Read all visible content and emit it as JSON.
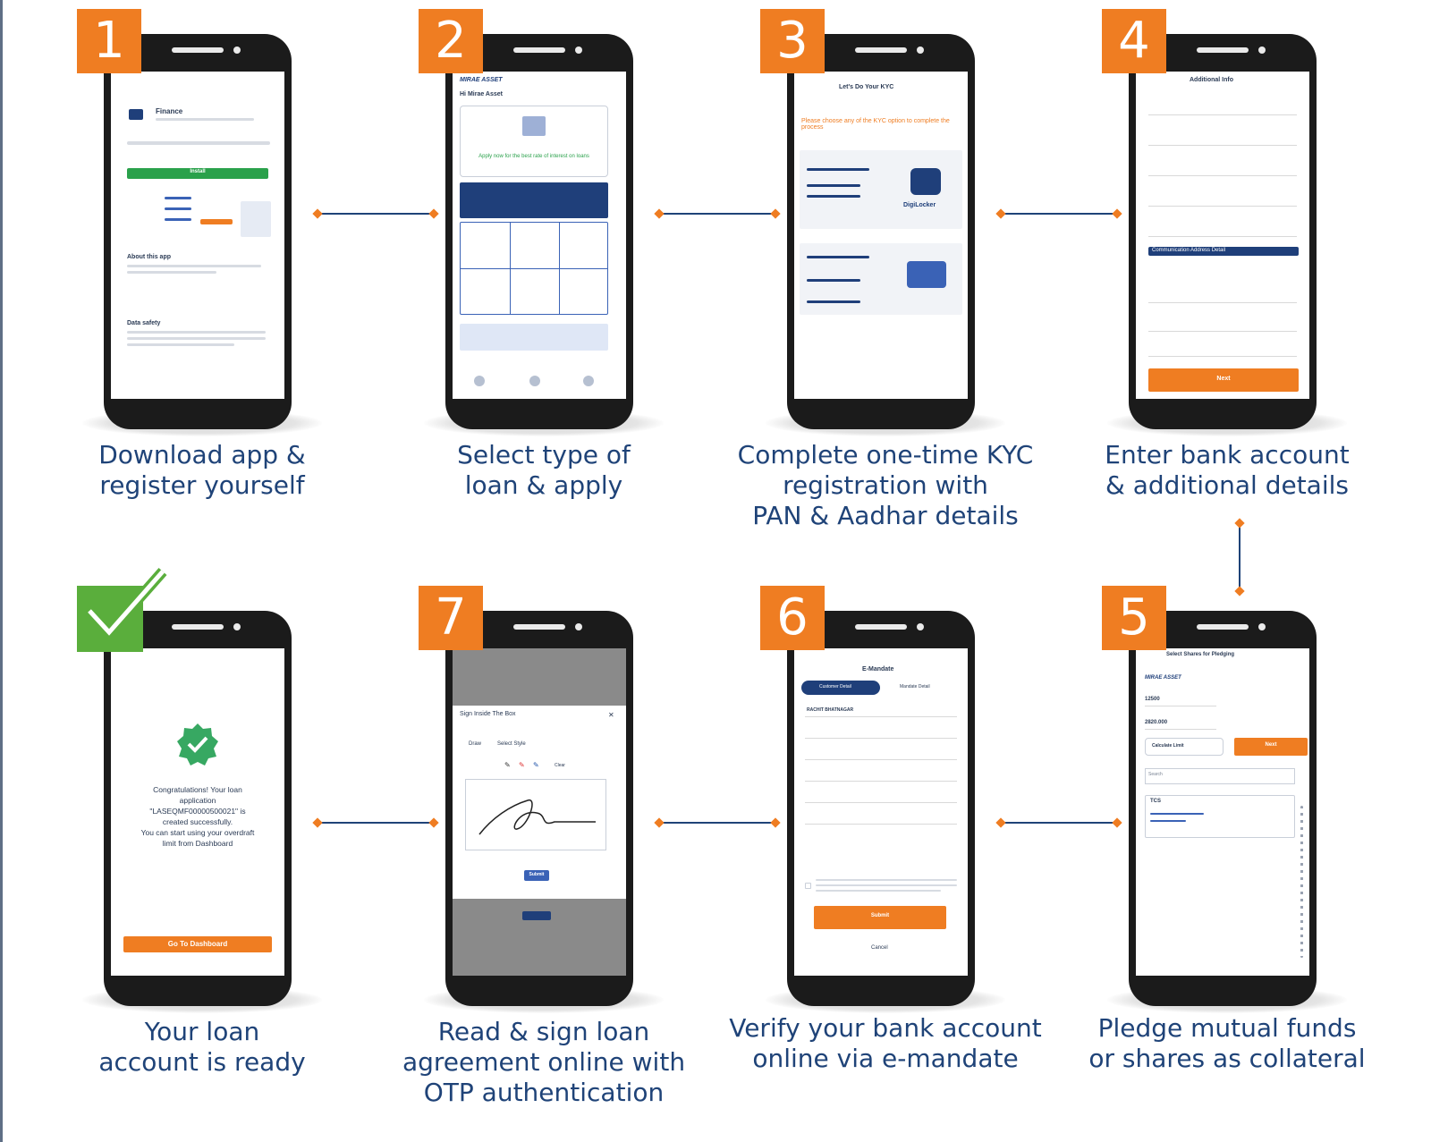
{
  "steps": [
    {
      "id": "1",
      "badge": "1",
      "caption_lines": [
        "Download app &",
        "register yourself"
      ],
      "screen": {
        "title": "Finance",
        "button": "Install",
        "section1": "About this app",
        "section2": "Data safety"
      }
    },
    {
      "id": "2",
      "badge": "2",
      "caption_lines": [
        "Select type of",
        "loan & apply"
      ],
      "screen": {
        "brand": "MIRAE ASSET",
        "greeting": "Hi Mirae Asset",
        "apply_text": "Apply now for the best rate of interest on loans"
      }
    },
    {
      "id": "3",
      "badge": "3",
      "caption_lines": [
        "Complete one-time KYC",
        "registration with",
        "PAN & Aadhar details"
      ],
      "screen": {
        "title": "Let's Do Your KYC",
        "note": "Please choose any of the KYC option to complete the process",
        "digilocker": "DigiLocker"
      }
    },
    {
      "id": "4",
      "badge": "4",
      "caption_lines": [
        "Enter bank account",
        "& additional details"
      ],
      "screen": {
        "title": "Additional Info",
        "section": "Communication Address Detail",
        "button": "Next"
      }
    },
    {
      "id": "5",
      "badge": "5",
      "caption_lines": [
        "Pledge mutual funds",
        "or shares as collateral"
      ],
      "screen": {
        "title": "Select Shares for Pledging",
        "brand": "MIRAE ASSET",
        "value1": "12500",
        "value2": "2820.000",
        "calc_button": "Calculate Limit",
        "next_button": "Next",
        "search": "Search",
        "item": "TCS"
      }
    },
    {
      "id": "6",
      "badge": "6",
      "caption_lines": [
        "Verify your bank account",
        "online via e-mandate"
      ],
      "screen": {
        "title": "E-Mandate",
        "tab1": "Customer Detail",
        "tab2": "Mandate Detail",
        "name": "RACHIT BHATNAGAR",
        "submit": "Submit",
        "cancel": "Cancel"
      }
    },
    {
      "id": "7",
      "badge": "7",
      "caption_lines": [
        "Read & sign loan",
        "agreement online with",
        "OTP authentication"
      ],
      "screen": {
        "dialog_title": "Sign Inside The Box",
        "opt1": "Draw",
        "opt2": "Select Style",
        "clear": "Clear",
        "submit": "Submit"
      }
    },
    {
      "id": "done",
      "caption_lines": [
        "Your loan",
        "account is ready"
      ],
      "screen": {
        "message_lines": [
          "Congratulations! Your loan",
          "application",
          "\"LASEQMF00000500021\" is",
          "created successfully.",
          "You can start using your overdraft",
          "limit from Dashboard"
        ],
        "button": "Go To Dashboard"
      }
    }
  ],
  "colors": {
    "badge": "#ef7d22",
    "check_badge": "#5aae3c",
    "caption": "#1f4378",
    "connector_line": "#1f4378",
    "connector_dot": "#ef7d22"
  }
}
